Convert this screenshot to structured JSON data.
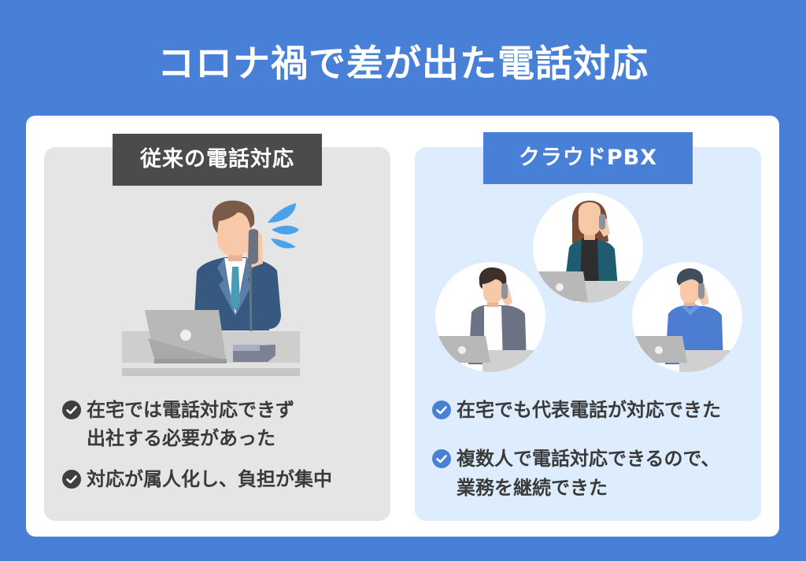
{
  "title": "コロナ禍で差が出た電話対応",
  "colors": {
    "background": "#4880d8",
    "card": "#ffffff",
    "left_panel": "#e5e5e5",
    "right_panel": "#ddedfd",
    "left_label_bg": "#4b4b4b",
    "right_label_bg": "#4880d8",
    "text": "#3a3a3a",
    "left_check": "#3f3f3f",
    "right_check": "#4880d8"
  },
  "left": {
    "label": "従来の電話対応",
    "illustration": "office-worker-on-desk-phone-icon",
    "bullets": [
      {
        "icon": "check-circle-icon",
        "lines": [
          "在宅では電話対応できず",
          "出社する必要があった"
        ]
      },
      {
        "icon": "check-circle-icon",
        "lines": [
          "対応が属人化し、負担が集中"
        ]
      }
    ]
  },
  "right": {
    "label": "クラウドPBX",
    "illustration": "remote-workers-on-mobile-phones-icon",
    "bullets": [
      {
        "icon": "check-circle-icon",
        "lines": [
          "在宅でも代表電話が対応できた"
        ]
      },
      {
        "icon": "check-circle-icon",
        "lines": [
          "複数人で電話対応できるので、",
          "業務を継続できた"
        ]
      }
    ]
  }
}
